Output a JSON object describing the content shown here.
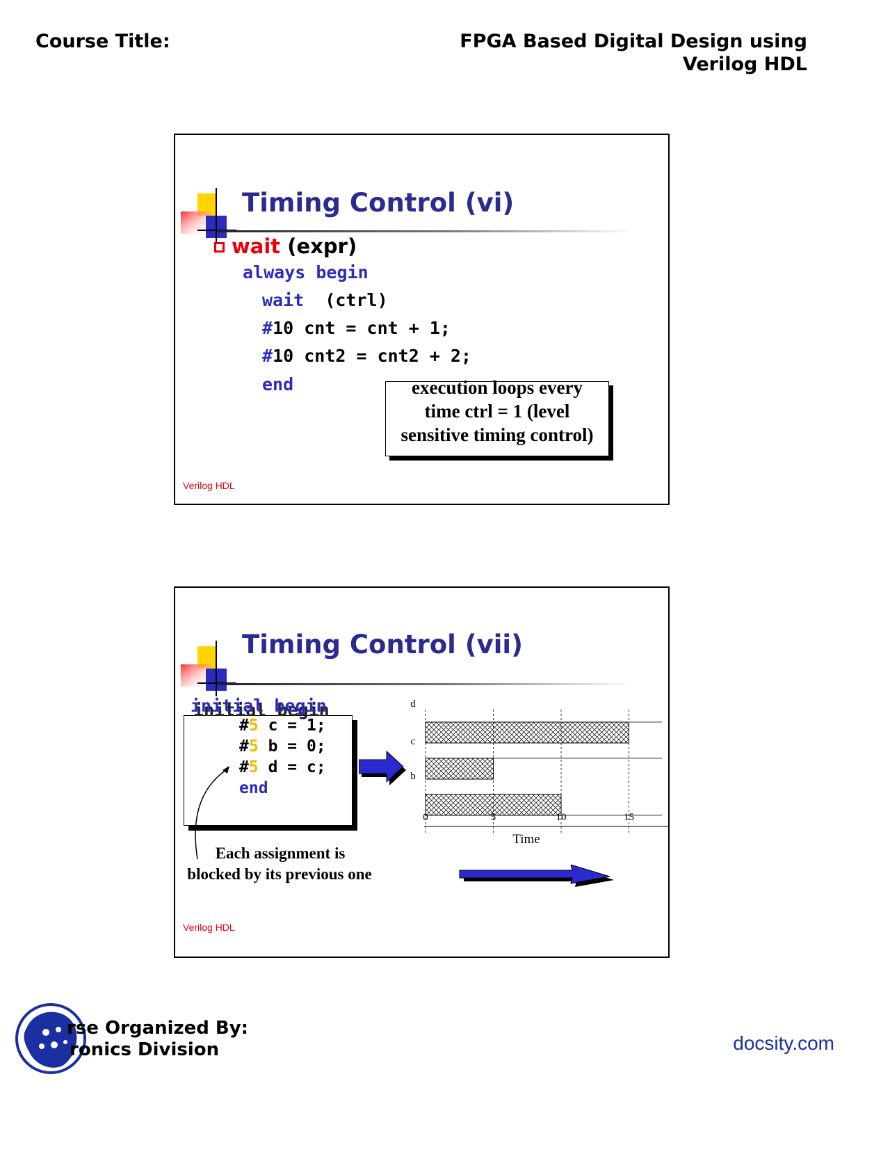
{
  "header": {
    "left": "Course Title:",
    "right_line1": "FPGA Based Digital Design using",
    "right_line2": "Verilog HDL"
  },
  "slide1": {
    "title": "Timing Control (vi)",
    "bullet_keyword": "wait",
    "bullet_rest": " (expr)",
    "code": {
      "l1_kw": "always begin",
      "l2_kw": "wait",
      "l2_rest": "  (ctrl)",
      "l3_hash": "#",
      "l3_rest": "10 cnt = cnt + 1;",
      "l4_hash": "#",
      "l4_rest": "10 cnt2 = cnt2 + 2;",
      "l5_kw": "end"
    },
    "callout": {
      "line1": "execution loops every",
      "line2": "time ctrl = 1 (level",
      "line3": "sensitive timing control)"
    },
    "footer": "Verilog HDL"
  },
  "slide2": {
    "title": "Timing Control (vii)",
    "code": {
      "l0_kw": "initial begin",
      "l1_hash": "#",
      "l1_num": "5",
      "l1_rest": " c = 1;",
      "l2_hash": "#",
      "l2_num": "5",
      "l2_rest": " b = 0;",
      "l3_hash": "#",
      "l3_num": "5",
      "l3_rest": " d = c;",
      "l4_kw": "end"
    },
    "annotation_line1": "Each assignment is",
    "annotation_line2": "blocked by its previous one",
    "footer": "Verilog HDL"
  },
  "chart_data": {
    "type": "bar",
    "orientation": "horizontal",
    "categories": [
      "d",
      "c",
      "b"
    ],
    "series": [
      {
        "category": "d",
        "start": 0,
        "end": 15
      },
      {
        "category": "c",
        "start": 0,
        "end": 5
      },
      {
        "category": "b",
        "start": 0,
        "end": 10
      }
    ],
    "x_ticks": [
      "0",
      "5",
      "10",
      "15"
    ],
    "xlabel": "Time",
    "xlim": [
      0,
      17.5
    ]
  },
  "footer": {
    "organizer_line1": "rse Organized By:",
    "organizer_line2": "ronics Division",
    "site": "docsity.com"
  },
  "colors": {
    "title_blue": "#2b2b8f",
    "keyword_blue": "#2b2bc0",
    "accent_red": "#e8000b",
    "number_yellow": "#f5b800",
    "arrow_blue": "#2a2ad0"
  }
}
